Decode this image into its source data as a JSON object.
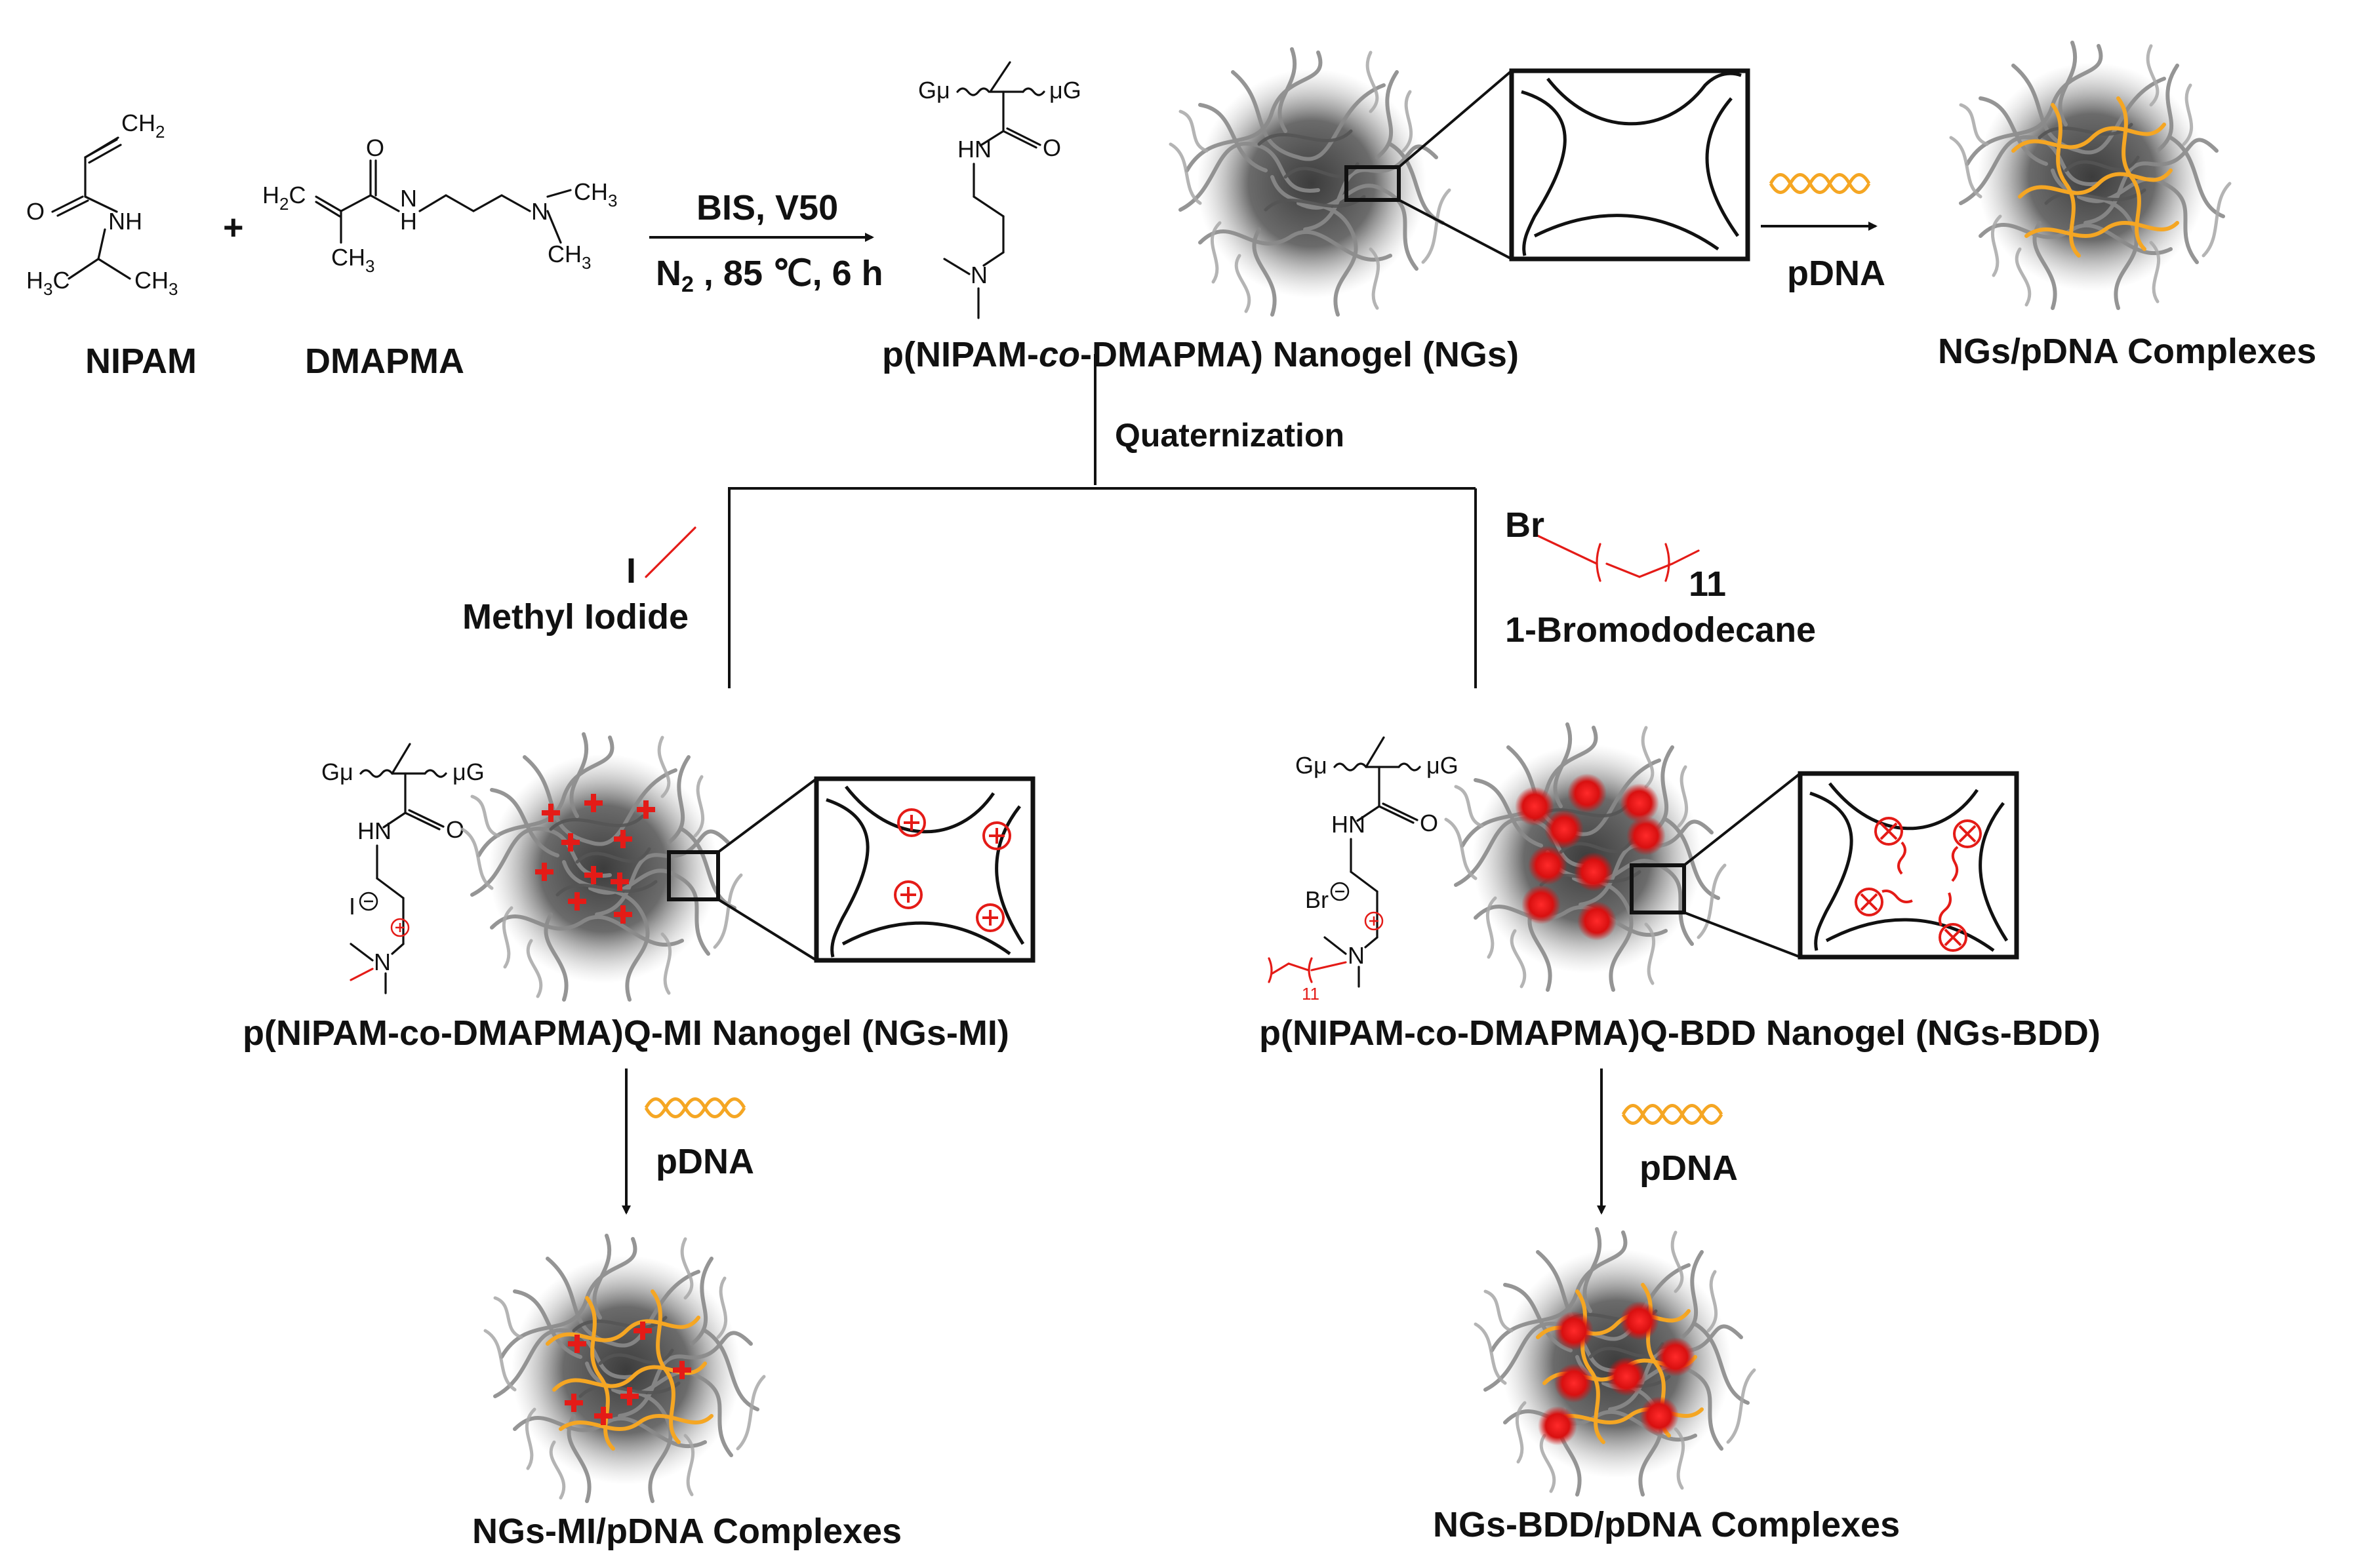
{
  "monomers": {
    "nipam_label": "NIPAM",
    "dmapma_label": "DMAPMA",
    "plus": "+",
    "nipam_atoms": {
      "ch2": "CH",
      "ch2_sub": "2",
      "o": "O",
      "nh": "NH",
      "h3c": "H",
      "h3c_sub": "3",
      "h3c_c": "C",
      "ch3": "CH",
      "ch3_sub": "3"
    },
    "dmapma_atoms": {
      "h2c": "H",
      "h2c_sub": "2",
      "h2c_c": "C",
      "o": "O",
      "n": "N",
      "h": "H",
      "ch3a": "CH",
      "ch3a_sub": "3",
      "ch3b": "CH",
      "ch3b_sub": "3",
      "ch3c": "CH",
      "ch3c_sub": "3",
      "n2": "N"
    }
  },
  "reaction": {
    "reagents": "BIS, V50",
    "conditions_n": "N",
    "conditions_n_sub": "2",
    "conditions_rest": " , 85 ℃, 6 h"
  },
  "polymer_atoms": {
    "g_left": "Gμ",
    "ug_right": "μG",
    "hn": "HN",
    "o": "O",
    "n": "N",
    "i_minus": "I",
    "br_minus": "Br",
    "eleven": "11"
  },
  "nanogel": {
    "title_prefix": "p(NIPAM-",
    "title_italic": "co",
    "title_suffix": "-DMAPMA) Nanogel (NGs)"
  },
  "complex_top": {
    "pdna_label": "pDNA",
    "label": "NGs/pDNA Complexes"
  },
  "quaternization": {
    "label": "Quaternization"
  },
  "methyl_iodide": {
    "symbol": "I",
    "label": "Methyl Iodide"
  },
  "bromododecane": {
    "symbol": "Br",
    "subscript": "11",
    "label": "1-Bromododecane"
  },
  "ngs_mi": {
    "label": "p(NIPAM-co-DMAPMA)Q-MI Nanogel (NGs-MI)",
    "pdna_label": "pDNA",
    "complex_label": "NGs-MI/pDNA Complexes"
  },
  "ngs_bdd": {
    "label": "p(NIPAM-co-DMAPMA)Q-BDD Nanogel (NGs-BDD)",
    "pdna_label": "pDNA",
    "complex_label": "NGs-BDD/pDNA Complexes"
  },
  "colors": {
    "gel_gray": "#8a8a8a",
    "gel_dark": "#4a4a4a",
    "dna_orange": "#f5a623",
    "charge_red": "#e41b17",
    "line_black": "#111111"
  },
  "icons": [
    "nanogel-sphere-icon",
    "pdna-helix-icon",
    "positive-charge-icon",
    "zoom-inset-icon",
    "reaction-arrow-icon"
  ]
}
